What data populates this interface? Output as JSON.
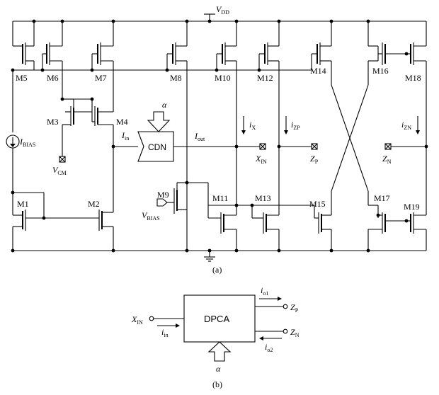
{
  "supply": {
    "name": "V",
    "sub": "DD"
  },
  "ground_label": "",
  "transistors": [
    "M1",
    "M2",
    "M3",
    "M4",
    "M5",
    "M6",
    "M7",
    "M8",
    "M9",
    "M10",
    "M11",
    "M12",
    "M13",
    "M14",
    "M15",
    "M16",
    "M17",
    "M18",
    "M19"
  ],
  "sources": {
    "ibias": {
      "name": "I",
      "sub": "BIAS"
    },
    "vcm": {
      "name": "V",
      "sub": "CM"
    },
    "vbias": {
      "name": "V",
      "sub": "BIAS"
    }
  },
  "cdn": {
    "label": "CDN",
    "control": "α"
  },
  "currents": {
    "iin": {
      "name": "I",
      "sub": "in"
    },
    "iout": {
      "name": "I",
      "sub": "out"
    },
    "ix": {
      "name": "i",
      "sub": "X"
    },
    "izp": {
      "name": "i",
      "sub": "ZP"
    },
    "izn": {
      "name": "i",
      "sub": "ZN"
    }
  },
  "terminals": {
    "xin": {
      "name": "X",
      "sub": "IN"
    },
    "zp": {
      "name": "Z",
      "sub": "P"
    },
    "zn": {
      "name": "Z",
      "sub": "N"
    }
  },
  "caption_a": "(a)",
  "dpca": {
    "label": "DPCA",
    "control": "α",
    "xin": {
      "name": "X",
      "sub": "IN"
    },
    "iin": {
      "name": "i",
      "sub": "in"
    },
    "io1": {
      "name": "i",
      "sub": "o1"
    },
    "io2": {
      "name": "i",
      "sub": "o2"
    },
    "zp": {
      "name": "Z",
      "sub": "P"
    },
    "zn": {
      "name": "Z",
      "sub": "N"
    }
  },
  "caption_b": "(b)"
}
